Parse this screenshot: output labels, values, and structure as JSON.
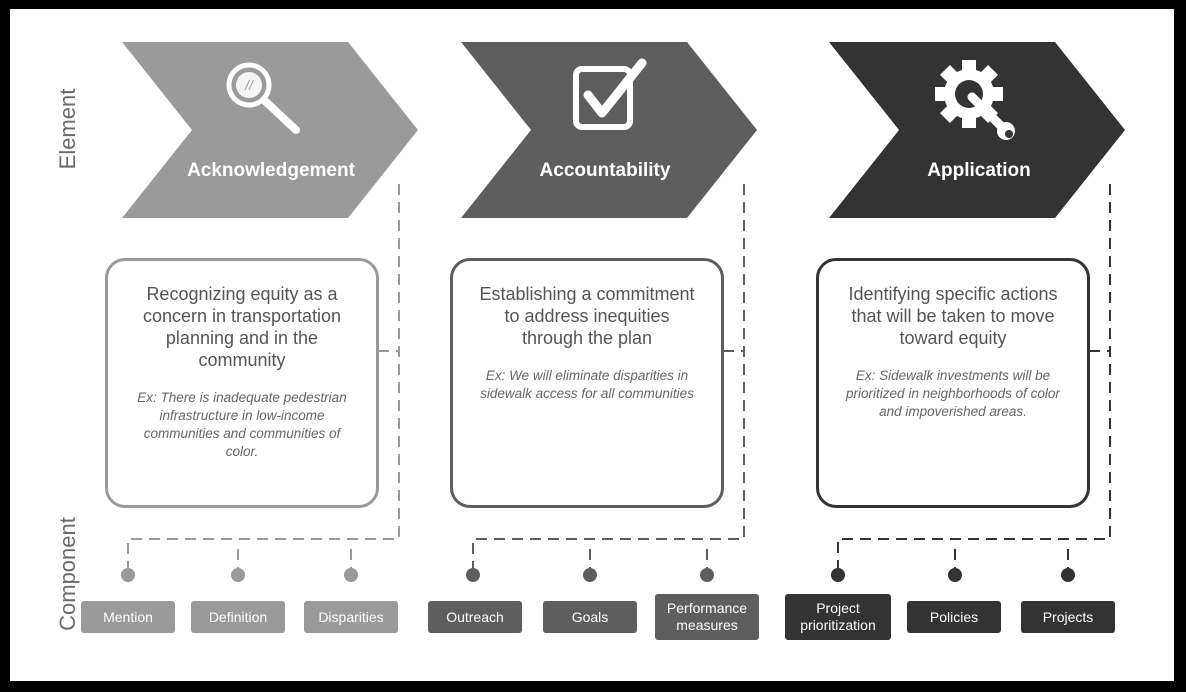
{
  "axis_labels": {
    "element": "Element",
    "component": "Component"
  },
  "colors": {
    "stage1": "#9a9a9a",
    "stage2": "#5e5e5e",
    "stage3": "#333333"
  },
  "stages": [
    {
      "title": "Acknowledgement",
      "icon": "magnifier-icon",
      "description": "Recognizing equity as a concern in transportation planning and in the community",
      "example": "Ex: There is inadequate pedestrian infrastructure in low-income communities and communities of color.",
      "components": [
        "Mention",
        "Definition",
        "Disparities"
      ]
    },
    {
      "title": "Accountability",
      "icon": "checkbox-icon",
      "description": "Establishing a commitment to address inequities through the plan",
      "example": "Ex: We will eliminate disparities in sidewalk access for all communities",
      "components": [
        "Outreach",
        "Goals",
        "Performance measures"
      ]
    },
    {
      "title": "Application",
      "icon": "gear-wrench-icon",
      "description": "Identifying specific actions that will be taken to move toward equity",
      "example": "Ex: Sidewalk investments will be prioritized in neighborhoods of color and impoverished areas.",
      "components": [
        "Project prioritization",
        "Policies",
        "Projects"
      ]
    }
  ]
}
